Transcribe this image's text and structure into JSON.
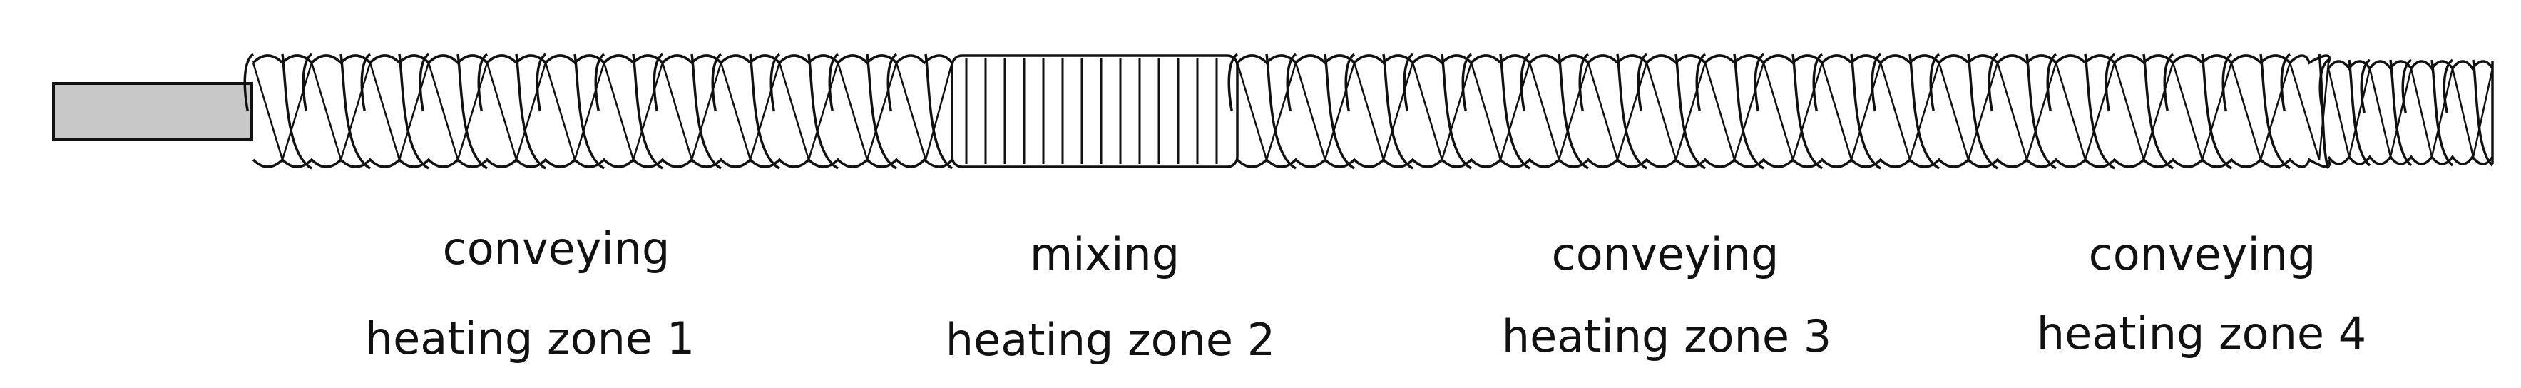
{
  "sections": [
    {
      "type": "conveying",
      "zone": "heating zone 1"
    },
    {
      "type": "mixing",
      "zone": "heating zone 2"
    },
    {
      "type": "conveying",
      "zone": "heating zone 3"
    },
    {
      "type": "conveying",
      "zone": "heating zone 4"
    }
  ],
  "colors": {
    "outline": "#111111",
    "shaft_fill": "#c8c8c8",
    "background": "#ffffff"
  }
}
